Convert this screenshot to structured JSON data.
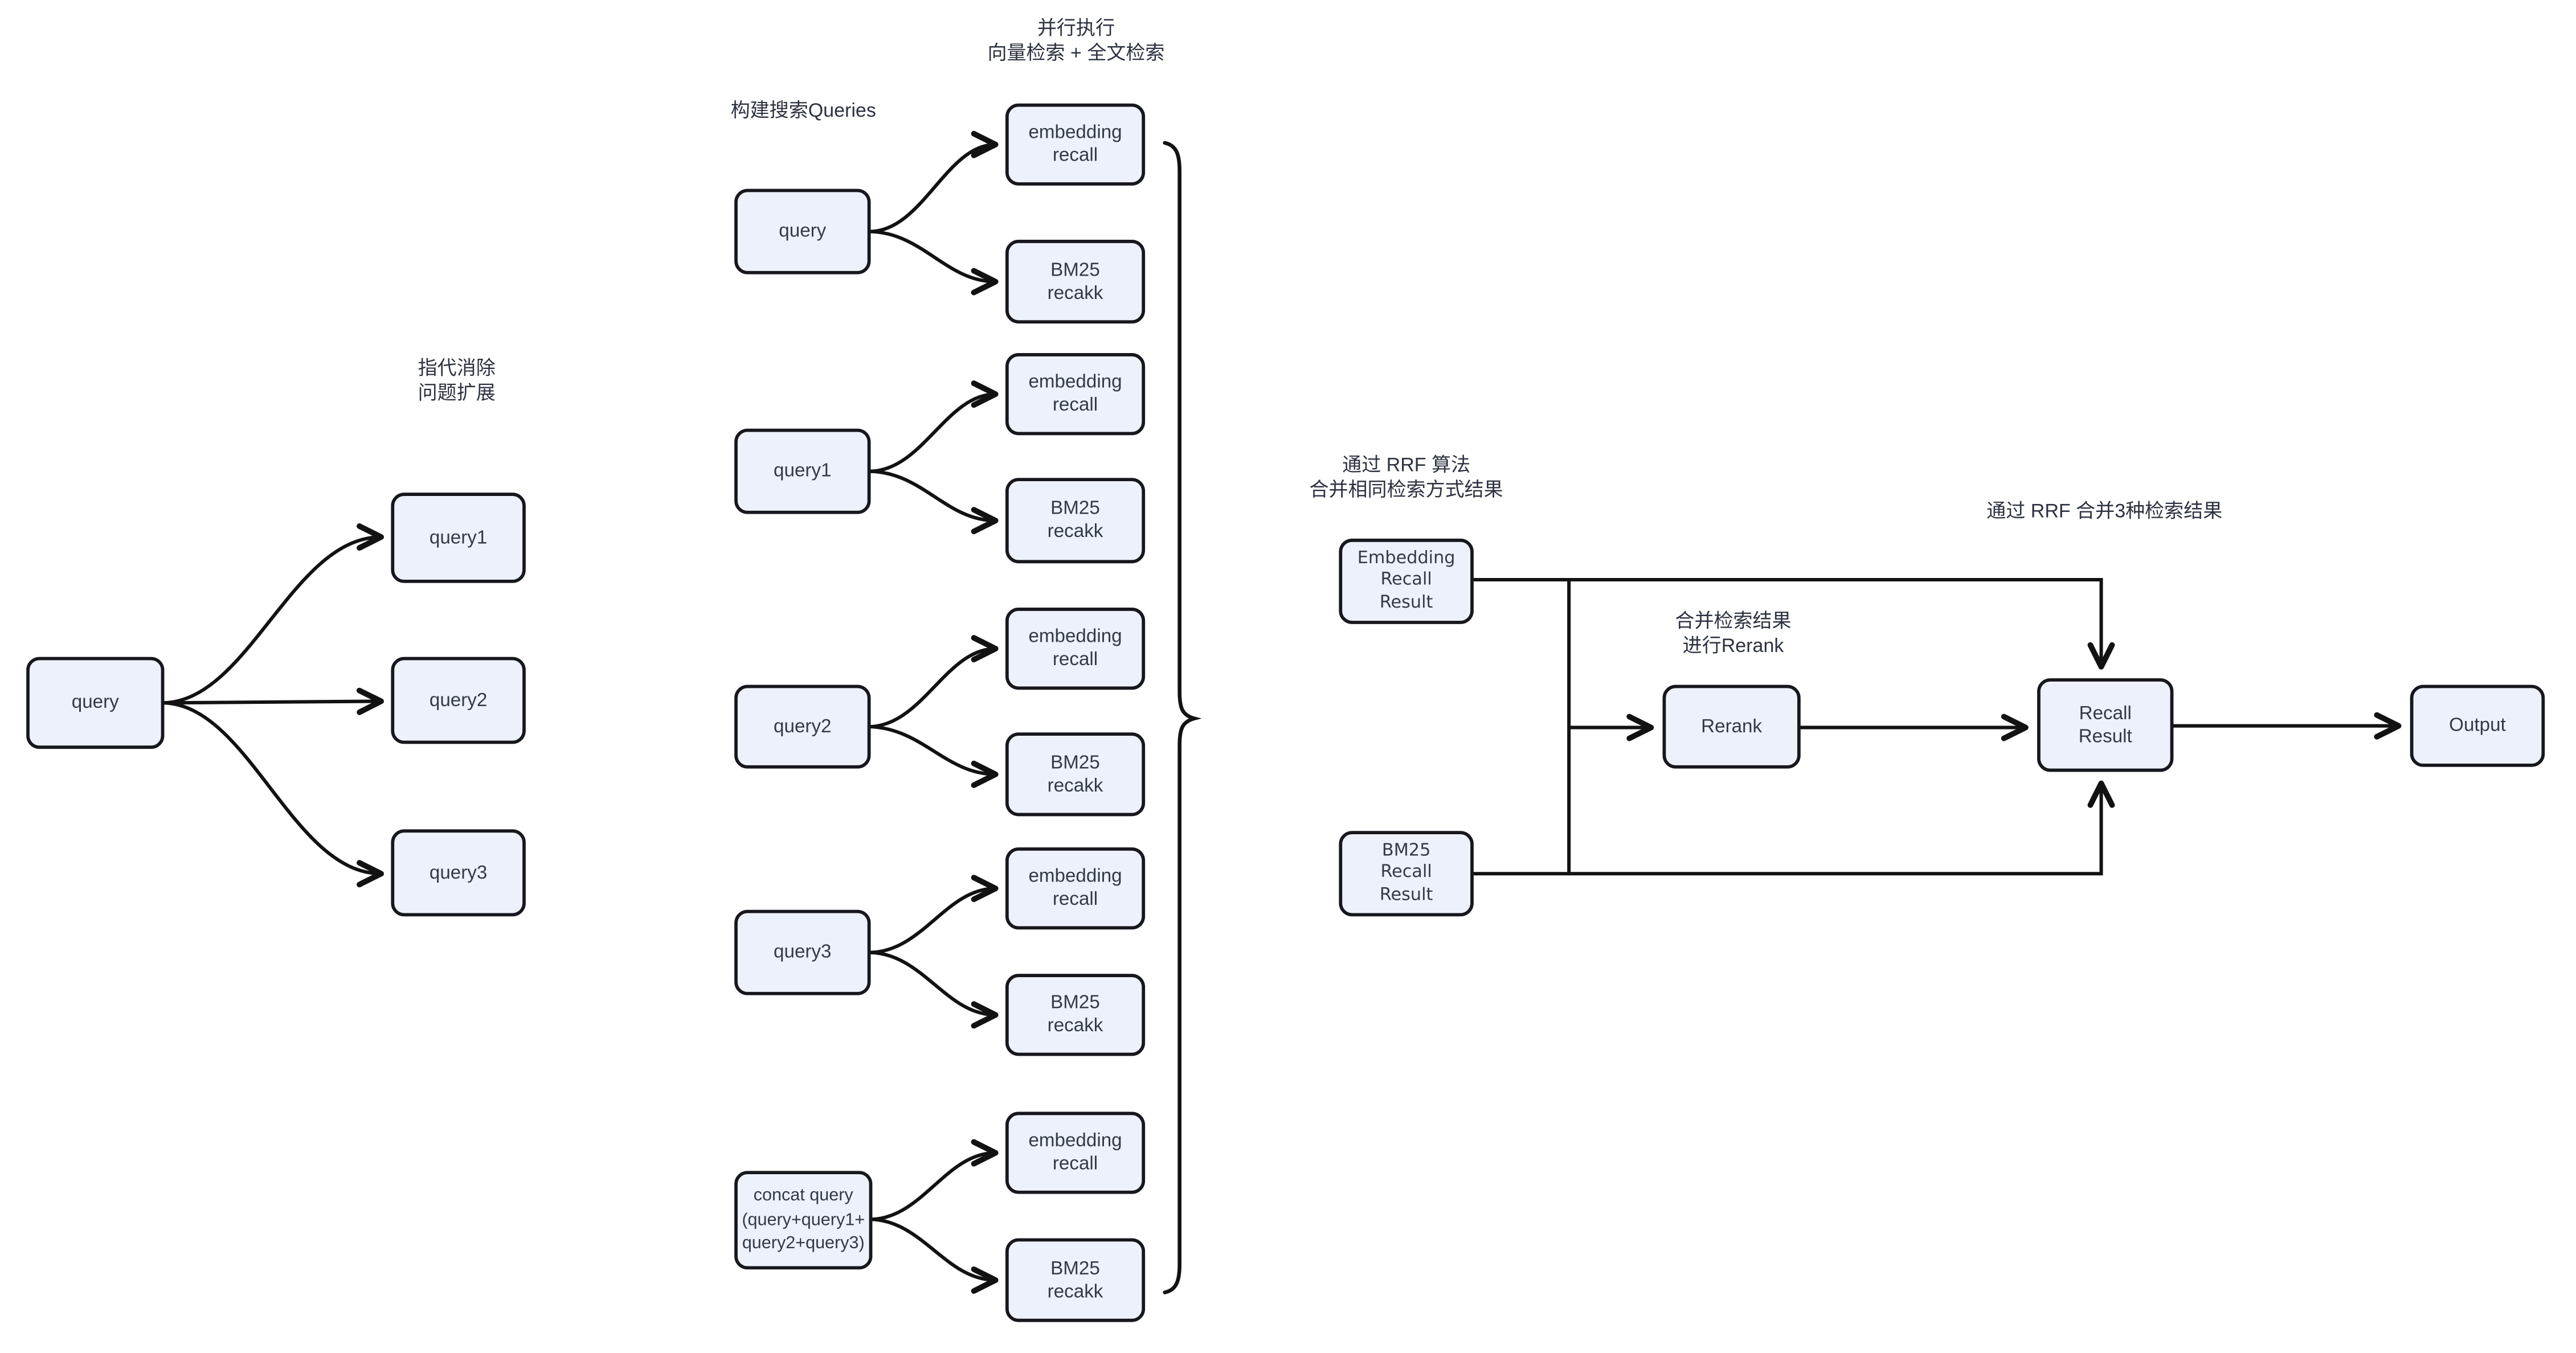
{
  "labels": {
    "parallel_line1": "并行执行",
    "parallel_line2": "向量检索 + 全文检索",
    "build_queries": "构建搜索Queries",
    "coref_line1": "指代消除",
    "coref_line2": "问题扩展",
    "rrf_same_line1": "通过 RRF 算法",
    "rrf_same_line2": "合并相同检索方式结果",
    "rrf_merge3": "通过 RRF 合并3种检索结果",
    "rerank_line1": "合并检索结果",
    "rerank_line2": "进行Rerank"
  },
  "left": {
    "query": "query",
    "query1": "query1",
    "query2": "query2",
    "query3": "query3"
  },
  "middle": {
    "query": "query",
    "query1": "query1",
    "query2": "query2",
    "query3": "query3",
    "concat": [
      "concat query",
      "(query+query1+",
      "query2+query3)"
    ],
    "embedding_recall": [
      "embedding",
      "recall"
    ],
    "bm25_recall": [
      "BM25",
      "recakk"
    ]
  },
  "right": {
    "embedding_result": [
      "Embedding",
      "Recall",
      "Result"
    ],
    "bm25_result": [
      "BM25",
      "Recall",
      "Result"
    ],
    "rerank": "Rerank",
    "recall_result": [
      "Recall",
      "Result"
    ],
    "output": "Output"
  },
  "colors": {
    "box_fill": "#edf1fb",
    "box_border": "#17181d",
    "text": "#333a47",
    "line": "#121212",
    "background": "#ffffff"
  }
}
